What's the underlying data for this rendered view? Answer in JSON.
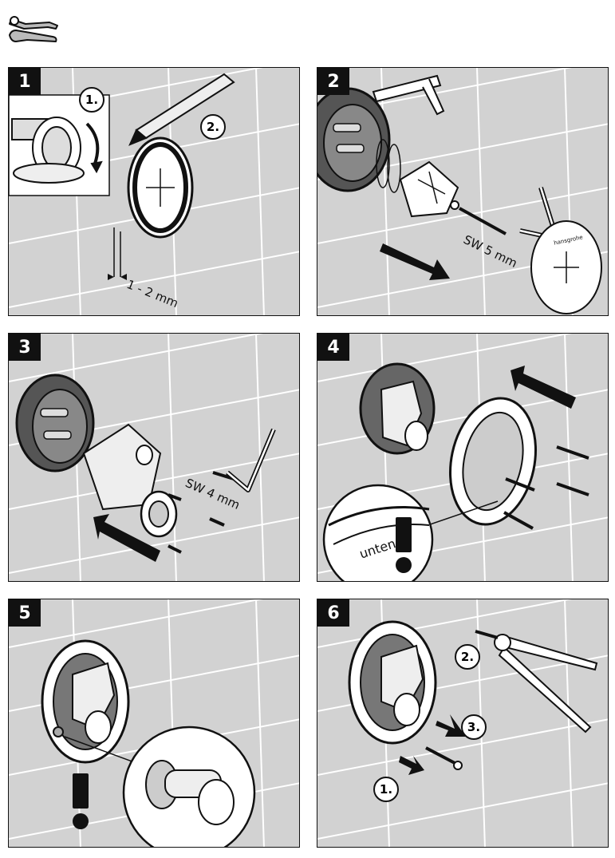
{
  "steps": [
    {
      "number": "1",
      "callout_1": "1.",
      "callout_2": "2.",
      "measure": "1 - 2 mm"
    },
    {
      "number": "2",
      "wrench": "SW 5 mm",
      "brand": "hansgrohe"
    },
    {
      "number": "3",
      "wrench": "SW 4 mm"
    },
    {
      "number": "4",
      "detail": "unten"
    },
    {
      "number": "5"
    },
    {
      "number": "6",
      "callout_1": "1.",
      "callout_2": "2.",
      "callout_3": "3."
    }
  ],
  "colors": {
    "panel_bg": "#d2d2d2",
    "line": "#111111",
    "tile_grout": "#ffffff"
  },
  "icons": [
    "tools-icon",
    "arrow-icon",
    "exclamation-icon",
    "allen-key-icon",
    "screw-icon"
  ]
}
